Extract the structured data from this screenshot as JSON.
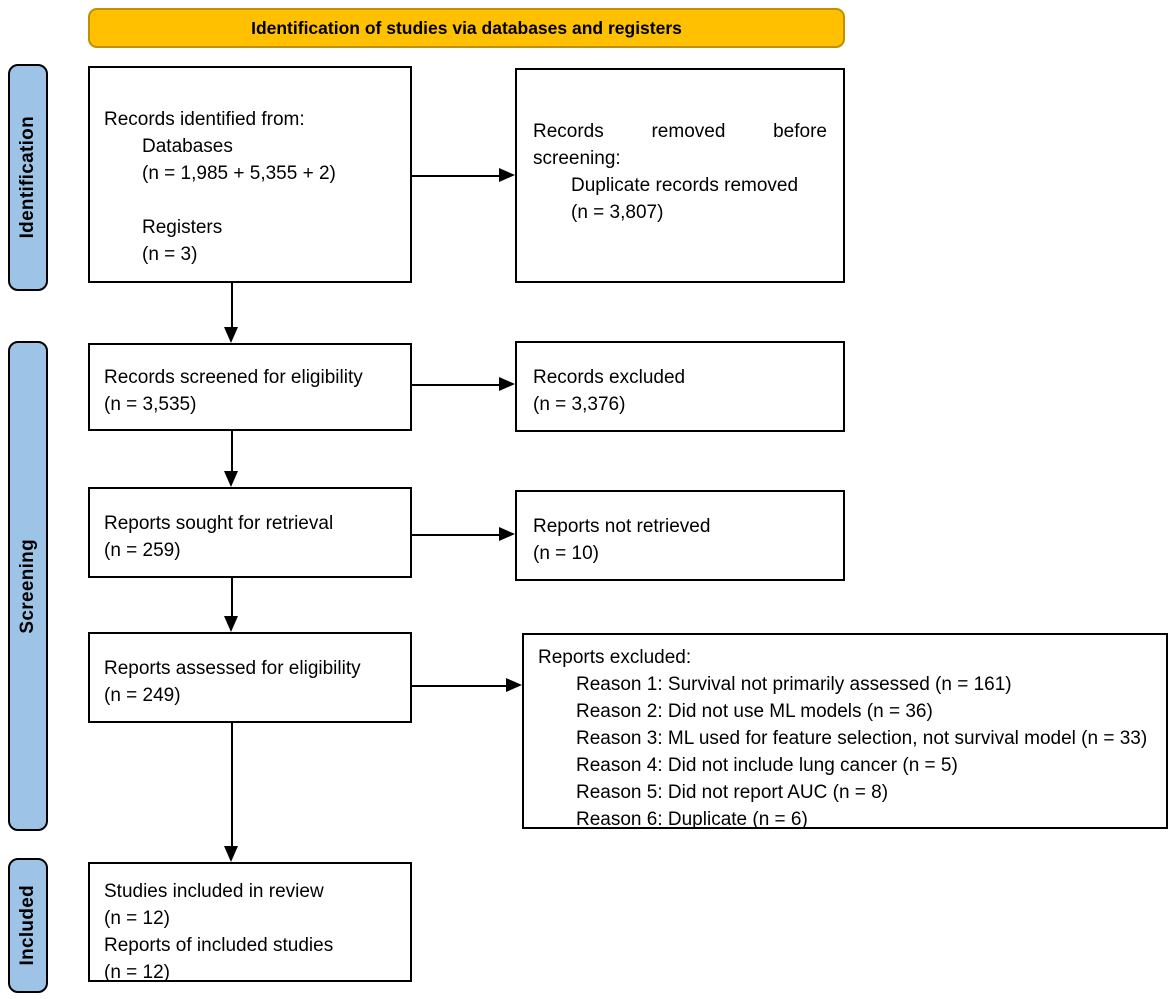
{
  "header": {
    "title": "Identification of studies via databases and registers"
  },
  "stages": [
    {
      "label": "Identification"
    },
    {
      "label": "Screening"
    },
    {
      "label": "Included"
    }
  ],
  "boxes": {
    "identified": {
      "title": "Records identified from:",
      "item1_label": "Databases",
      "item1_count": "(n = 1,985 + 5,355 + 2)",
      "item2_label": "Registers",
      "item2_count": "(n = 3)"
    },
    "removed": {
      "title": "Records removed before screening:",
      "item1_label": "Duplicate records removed",
      "item1_count": "(n = 3,807)"
    },
    "screened": {
      "line1": "Records screened for eligibility",
      "line2": "(n = 3,535)"
    },
    "records_excluded": {
      "line1": "Records excluded",
      "line2": "(n = 3,376)"
    },
    "sought": {
      "line1": "Reports sought for retrieval",
      "line2": "(n = 259)"
    },
    "not_retrieved": {
      "line1": "Reports not retrieved",
      "line2": "(n = 10)"
    },
    "assessed": {
      "line1": "Reports assessed for eligibility",
      "line2": "(n = 249)"
    },
    "reports_excluded": {
      "title": "Reports excluded:",
      "reasons": [
        "Reason 1: Survival not primarily assessed (n = 161)",
        "Reason 2: Did not use ML models (n = 36)",
        "Reason 3: ML used for feature selection, not survival model (n = 33)",
        "Reason 4: Did not include lung cancer (n = 5)",
        "Reason 5: Did not report AUC (n = 8)",
        "Reason 6: Duplicate (n = 6)"
      ]
    },
    "included": {
      "line1": "Studies included in review",
      "line2": "(n = 12)",
      "line3": "Reports of included studies",
      "line4": "(n = 12)"
    }
  },
  "colors": {
    "banner_fill": "#FFC000",
    "banner_border": "#BF9000",
    "stage_fill": "#9DC3E6",
    "box_border": "#000000"
  }
}
